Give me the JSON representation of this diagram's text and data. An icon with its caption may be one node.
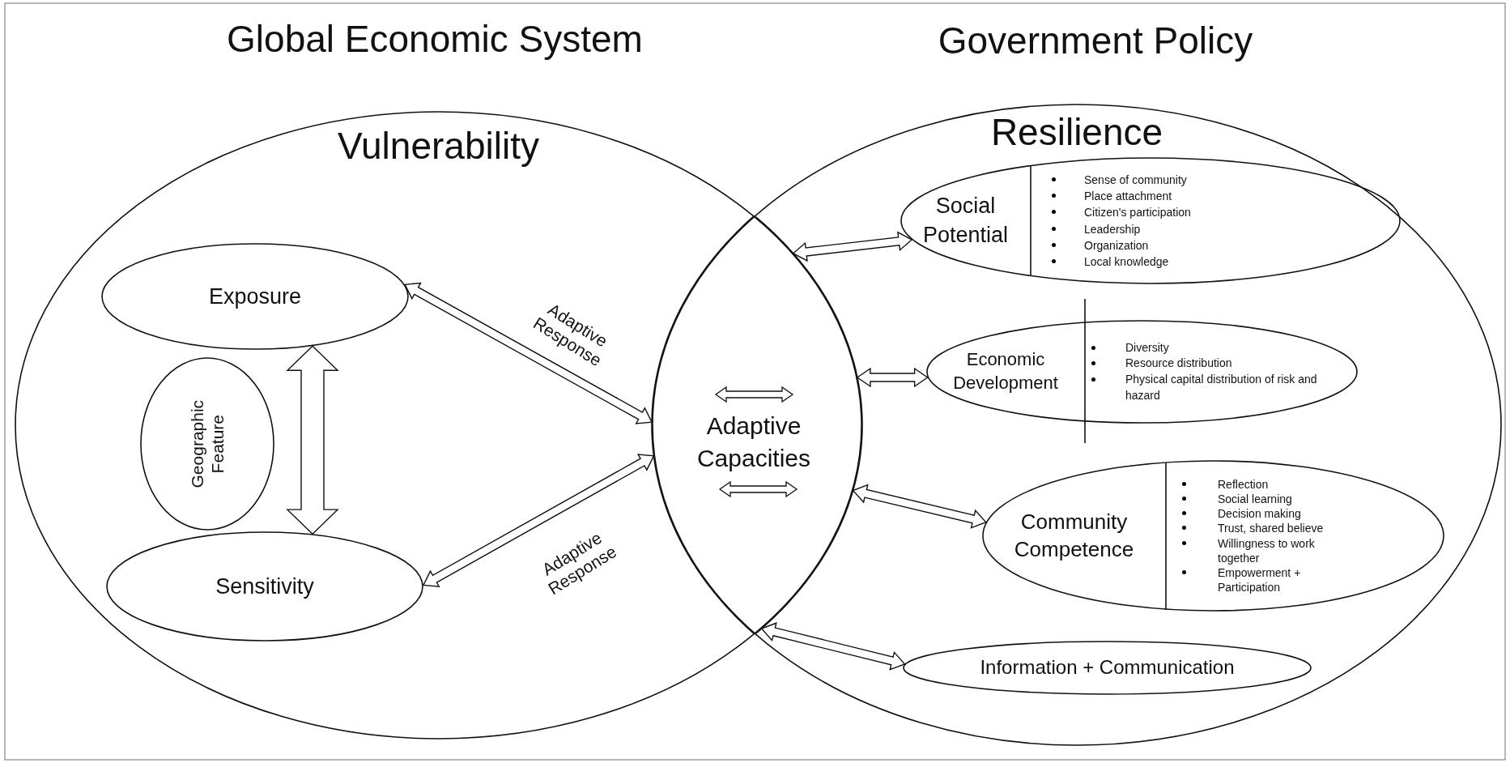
{
  "diagram": {
    "nodes": [
      {
        "text": [
          "Vulnerability"
        ]
      },
      {
        "text": [
          "Exposure"
        ],
        "in": 0
      },
      {
        "text": [
          "Geographic Feature"
        ],
        "in": 0
      },
      {
        "text": [
          "Sensitivity"
        ],
        "in": 0
      },
      {
        "text": [
          "Adaptive Capacities"
        ]
      },
      {
        "text": [
          "Resilience"
        ]
      },
      {
        "text": [
          "Social Potential",
          "Sense of community",
          "Place attachment",
          "Citizen's participation",
          "Leadership",
          "Organization",
          "Local knowledge"
        ],
        "in": 5
      },
      {
        "text": [
          "Economic Development",
          "Diversity",
          "Resource distribution",
          "Physical capital distribution of risk and hazard"
        ],
        "in": 5
      },
      {
        "text": [
          "Community Competence",
          "Reflection",
          "Social learning",
          "Decision making",
          "Trust, shared believe",
          "Willingness to work together",
          "Empowerment + Participation"
        ],
        "in": 5
      },
      {
        "text": [
          "Information + Communication"
        ],
        "in": 5
      }
    ],
    "edges": [
      {
        "from": 1,
        "to": 4,
        "arrow": "both",
        "label": "Adaptive Response"
      },
      {
        "from": 3,
        "to": 4,
        "arrow": "both",
        "label": "Adaptive Response"
      },
      {
        "from": 1,
        "to": 3,
        "arrow": "both",
        "style": "thick"
      },
      {
        "from": 4,
        "to": 6,
        "arrow": "both"
      },
      {
        "from": 4,
        "to": 7,
        "arrow": "both"
      },
      {
        "from": 4,
        "to": 8,
        "arrow": "both"
      },
      {
        "from": 4,
        "to": 9,
        "arrow": "both"
      }
    ],
    "labels": [
      "Global Economic System",
      "Government Policy"
    ]
  }
}
